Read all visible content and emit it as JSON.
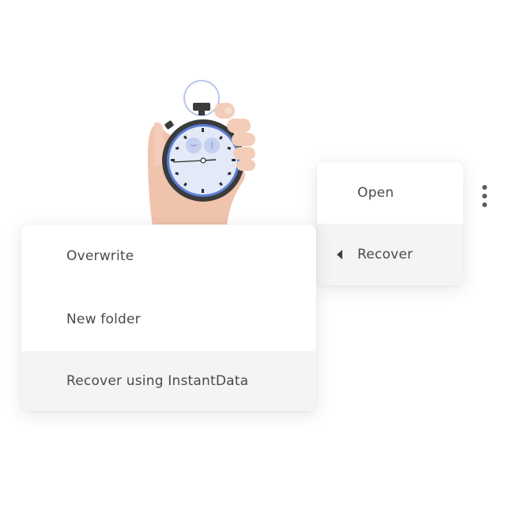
{
  "context_menu": {
    "items": [
      {
        "label": "Open"
      },
      {
        "label": "Recover"
      }
    ]
  },
  "submenu": {
    "items": [
      {
        "label": "Overwrite"
      },
      {
        "label": "New folder"
      },
      {
        "label": "Recover using InstantData"
      }
    ]
  },
  "icons": {
    "illustration": "hand-holding-stopwatch-icon",
    "more": "kebab-menu-icon",
    "submenu_indicator": "caret-left-icon"
  },
  "colors": {
    "highlight": "#f4f4f4",
    "text": "#4a4a4a",
    "stopwatch_face": "#e4e9f7",
    "stopwatch_ring": "#5b7fd6",
    "skin": "#f0c3ad"
  }
}
